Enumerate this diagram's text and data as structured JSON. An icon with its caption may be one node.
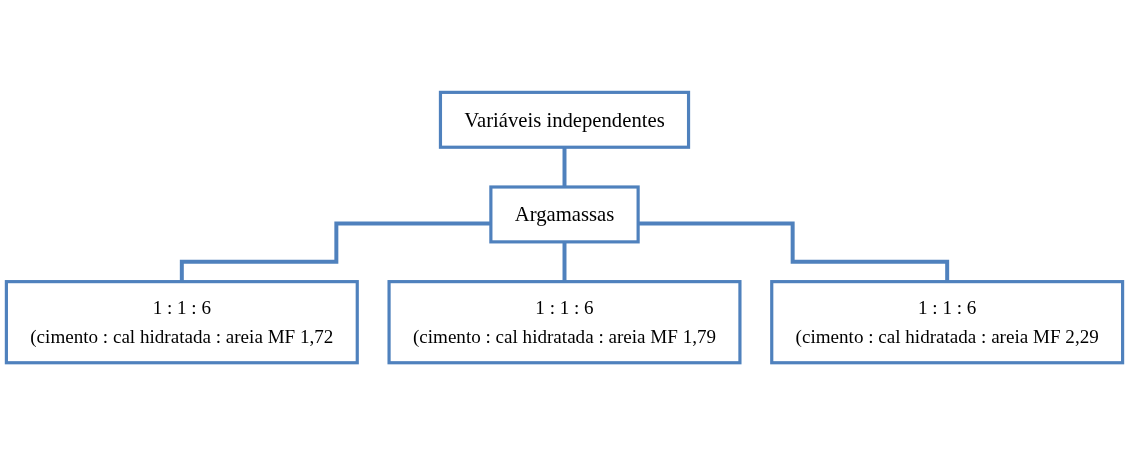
{
  "diagram": {
    "nodes": [
      {
        "text": [
          "Variáveis independentes"
        ]
      },
      {
        "text": [
          "Argamassas"
        ]
      },
      {
        "text": [
          "1 : 1 : 6",
          "(cimento : cal hidratada : areia MF 1,72"
        ]
      },
      {
        "text": [
          "1 : 1 : 6",
          "(cimento : cal hidratada : areia MF 1,79"
        ]
      },
      {
        "text": [
          "1 : 1 : 6",
          "(cimento : cal hidratada : areia MF 2,29"
        ]
      }
    ],
    "edges": [
      {
        "from": 0,
        "to": 1,
        "arrow": "none"
      },
      {
        "from": 1,
        "to": 2,
        "arrow": "none"
      },
      {
        "from": 1,
        "to": 3,
        "arrow": "none"
      },
      {
        "from": 1,
        "to": 4,
        "arrow": "none"
      }
    ]
  }
}
